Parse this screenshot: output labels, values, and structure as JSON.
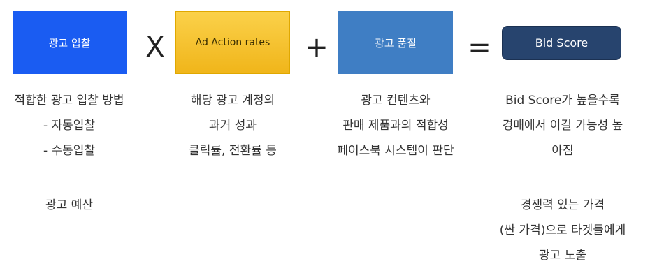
{
  "boxes": {
    "bid": "광고 입찰",
    "action_rates": "Ad Action rates",
    "quality": "광고 품질",
    "score": "Bid Score"
  },
  "operators": {
    "times": "X",
    "plus": "+",
    "equals": "="
  },
  "columns": {
    "bid": [
      "적합한 광고 입찰 방법",
      "- 자동입찰",
      "- 수동입찰"
    ],
    "bid_extra": "광고 예산",
    "action_rates": [
      "해당 광고 계정의",
      "과거 성과",
      "클릭률, 전환률 등"
    ],
    "quality": [
      "광고 컨텐츠와",
      "판매 제품과의 적합성",
      "페이스북 시스템이 판단"
    ],
    "score": [
      "Bid Score가 높을수록",
      "경매에서 이길 가능성 높",
      "아짐"
    ],
    "score_extra": [
      "경쟁력 있는 가격",
      "(싼 가격)으로 타겟들에게",
      "광고 노출"
    ]
  },
  "colors": {
    "bid_box": "#1a5cf2",
    "action_box": "#f5c02a",
    "quality_box": "#3f7ec4",
    "score_box": "#27446e"
  }
}
